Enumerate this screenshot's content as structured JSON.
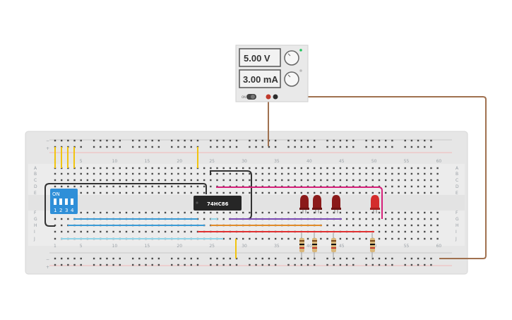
{
  "power_supply": {
    "voltage": "5.00 V",
    "current": "3.00 mA",
    "switch_label": "ON",
    "cv_indicator_color": "#22c55e",
    "terminal_positive_color": "#c0392b",
    "terminal_negative_color": "#2b2b2b"
  },
  "breadboard": {
    "row_letters_top": [
      "A",
      "B",
      "C",
      "D",
      "E"
    ],
    "row_letters_bottom": [
      "F",
      "G",
      "H",
      "I",
      "J"
    ],
    "column_numbers": [
      "1",
      "5",
      "10",
      "15",
      "20",
      "25",
      "30",
      "35",
      "40",
      "45",
      "50",
      "55",
      "60"
    ],
    "rail_plus": "+",
    "rail_minus": "−"
  },
  "ic": {
    "label": "74HC86"
  },
  "dip_switch": {
    "on_label": "ON",
    "positions": [
      "1",
      "2",
      "3",
      "4"
    ]
  },
  "leds": {
    "count": 4,
    "colors": [
      "#8b1a1a",
      "#8b1a1a",
      "#8b1a1a",
      "#d42c2c"
    ]
  },
  "resistors": {
    "count": 4
  },
  "colors": {
    "wire_yellow": "#f1c40f",
    "wire_brown": "#a0714f",
    "wire_blue": "#3b9bd6",
    "wire_lightblue": "#8fd3e8",
    "wire_black": "#333333",
    "wire_magenta": "#d6217a",
    "wire_orange": "#e08b2a",
    "wire_red": "#e03131",
    "wire_purple": "#7b4bb4"
  }
}
